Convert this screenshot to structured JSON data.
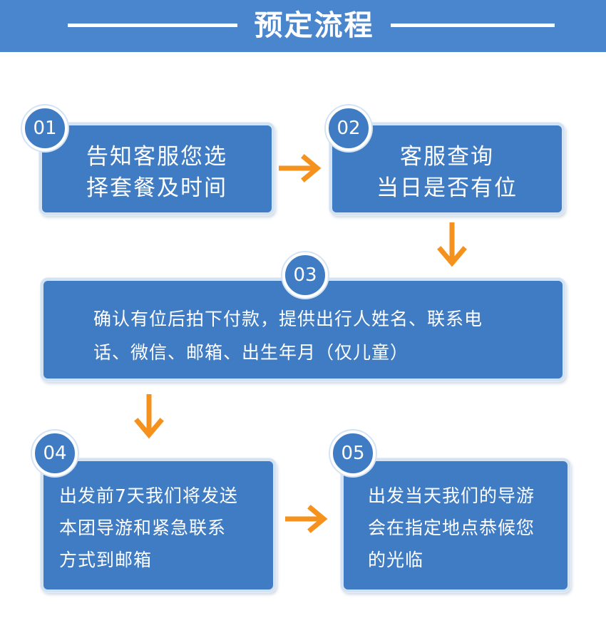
{
  "header": {
    "title": "预定流程"
  },
  "steps": [
    {
      "number": "01",
      "text": "告知客服您选\n择套餐及时间"
    },
    {
      "number": "02",
      "text": "客服查询\n当日是否有位"
    },
    {
      "number": "03",
      "text": "确认有位后拍下付款，提供出行人姓名、联系电\n话、微信、邮箱、出生年月（仅儿童）"
    },
    {
      "number": "04",
      "text": "出发前7天我们将发送\n本团导游和紧急联系\n方式到邮箱"
    },
    {
      "number": "05",
      "text": "出发当天我们的导游\n会在指定地点恭候您\n的光临"
    }
  ],
  "colors": {
    "header_bg": "#4a86cd",
    "box_bg": "#3f7cc4",
    "box_border": "#d4e3f3",
    "arrow": "#f5921e"
  }
}
